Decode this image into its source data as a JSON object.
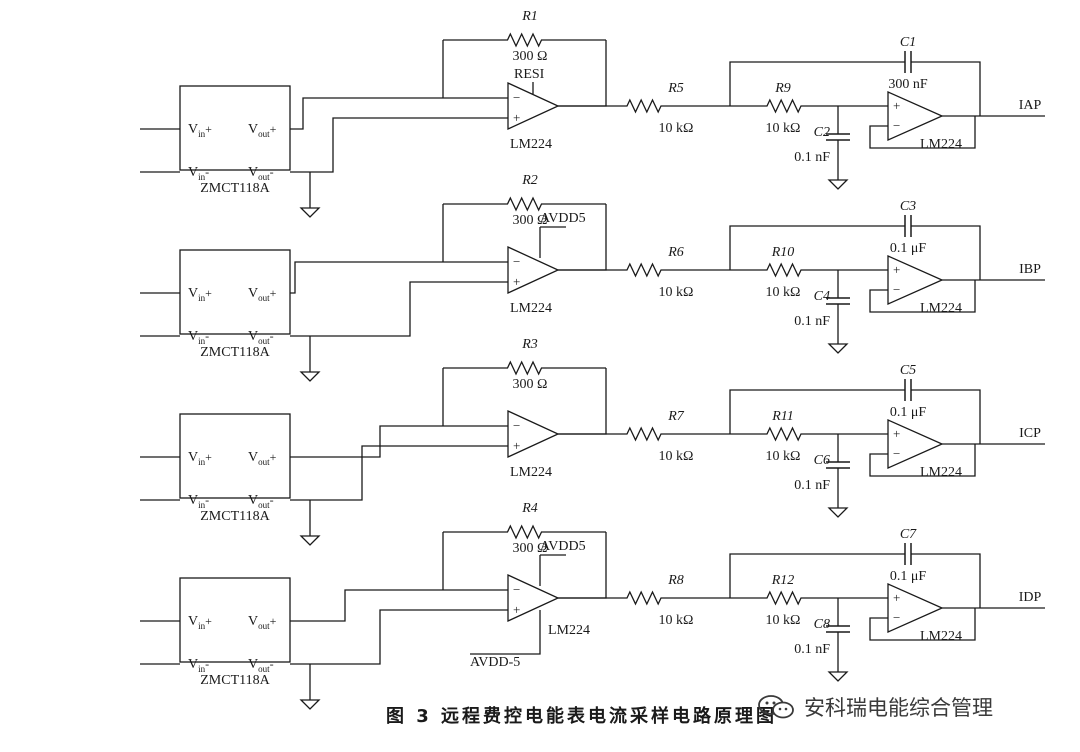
{
  "caption": "图 3   远程费控电能表电流采样电路原理图",
  "watermark": "安科瑞电能综合管理",
  "sensor": {
    "model": "ZMCT118A",
    "vin_plus": [
      "V",
      "in",
      "+"
    ],
    "vin_minus": [
      "V",
      "in",
      "-"
    ],
    "vout_plus": [
      "V",
      "out",
      "+"
    ],
    "vout_minus": [
      "V",
      "out",
      "-"
    ]
  },
  "opamp": "LM224",
  "channels": [
    {
      "r_fb": "R1",
      "r_fb_val": "300 Ω",
      "amp_note": "RESI",
      "r_in": "R5",
      "r_in_val": "10 kΩ",
      "r_f": "R9",
      "r_f_val": "10 kΩ",
      "c_gnd": "C2",
      "c_gnd_val": "0.1 nF",
      "c_fb": "C1",
      "c_fb_val": "300 nF",
      "out": "IAP"
    },
    {
      "r_fb": "R2",
      "r_fb_val": "300 Ω",
      "amp_note": "AVDD5",
      "r_in": "R6",
      "r_in_val": "10 kΩ",
      "r_f": "R10",
      "r_f_val": "10 kΩ",
      "c_gnd": "C4",
      "c_gnd_val": "0.1 nF",
      "c_fb": "C3",
      "c_fb_val": "0.1 μF",
      "out": "IBP"
    },
    {
      "r_fb": "R3",
      "r_fb_val": "300 Ω",
      "amp_note": "",
      "r_in": "R7",
      "r_in_val": "10 kΩ",
      "r_f": "R11",
      "r_f_val": "10 kΩ",
      "c_gnd": "C6",
      "c_gnd_val": "0.1 nF",
      "c_fb": "C5",
      "c_fb_val": "0.1 μF",
      "out": "ICP"
    },
    {
      "r_fb": "R4",
      "r_fb_val": "300 Ω",
      "amp_note": "AVDD5",
      "r_in": "R8",
      "r_in_val": "10 kΩ",
      "r_f": "R12",
      "r_f_val": "10 kΩ",
      "c_gnd": "C8",
      "c_gnd_val": "0.1 nF",
      "c_fb": "C7",
      "c_fb_val": "0.1 μF",
      "out": "IDP",
      "neg_supply": "AVDD-5"
    }
  ]
}
